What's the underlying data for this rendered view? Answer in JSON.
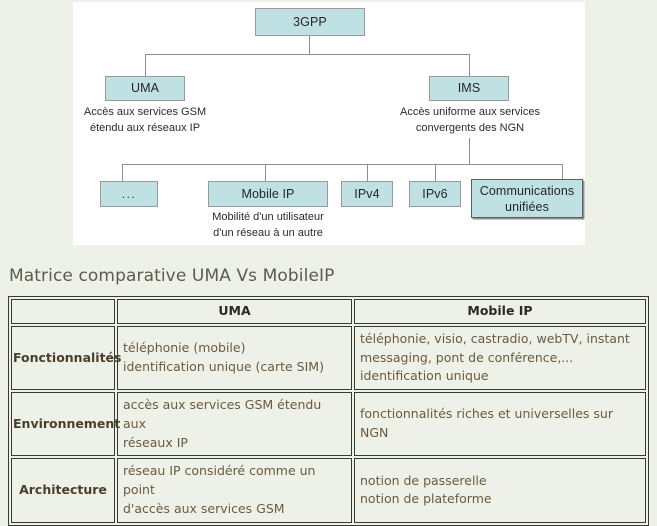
{
  "diagram": {
    "root": {
      "label": "3GPP"
    },
    "branches": [
      {
        "label": "UMA",
        "caption": "Accès aux services GSM\nétendu aux réseaux IP"
      },
      {
        "label": "IMS",
        "caption": "Accès uniforme aux services\nconvergents des NGN"
      }
    ],
    "leaves": [
      {
        "label": "...",
        "caption": ""
      },
      {
        "label": "Mobile IP",
        "caption": "Mobilité d'un utilisateur\nd'un réseau à un autre"
      },
      {
        "label": "IPv4",
        "caption": ""
      },
      {
        "label": "IPv6",
        "caption": ""
      },
      {
        "label": "Communications\nunifiées",
        "caption": ""
      }
    ],
    "colors": {
      "node_fill": "#bfe1e4",
      "node_border": "#9a9a9a",
      "connector": "#8e8e8e",
      "panel_bg": "#ffffff"
    }
  },
  "section": {
    "title": "Matrice comparative UMA Vs MobileIP"
  },
  "matrix": {
    "headers": [
      "",
      "UMA",
      "Mobile IP"
    ],
    "rows": [
      {
        "label": "Fonctionnalités",
        "uma": "téléphonie (mobile)\nidentification unique (carte SIM)",
        "mobileip": "téléphonie, visio, castradio, webTV, instant\nmessaging, pont de conférence,...\nidentification unique"
      },
      {
        "label": "Environnement",
        "uma": "accès aux services GSM étendu aux\nréseaux IP",
        "mobileip": "fonctionnalités riches et universelles sur NGN"
      },
      {
        "label": "Architecture",
        "uma": "réseau IP considéré comme un point\nd'accès aux services GSM",
        "mobileip": "notion de passerelle\nnotion de plateforme"
      }
    ]
  },
  "page": {
    "background": "#eef1e7",
    "title_color": "#5c5c4c",
    "table_text_color": "#6b5a3e"
  }
}
